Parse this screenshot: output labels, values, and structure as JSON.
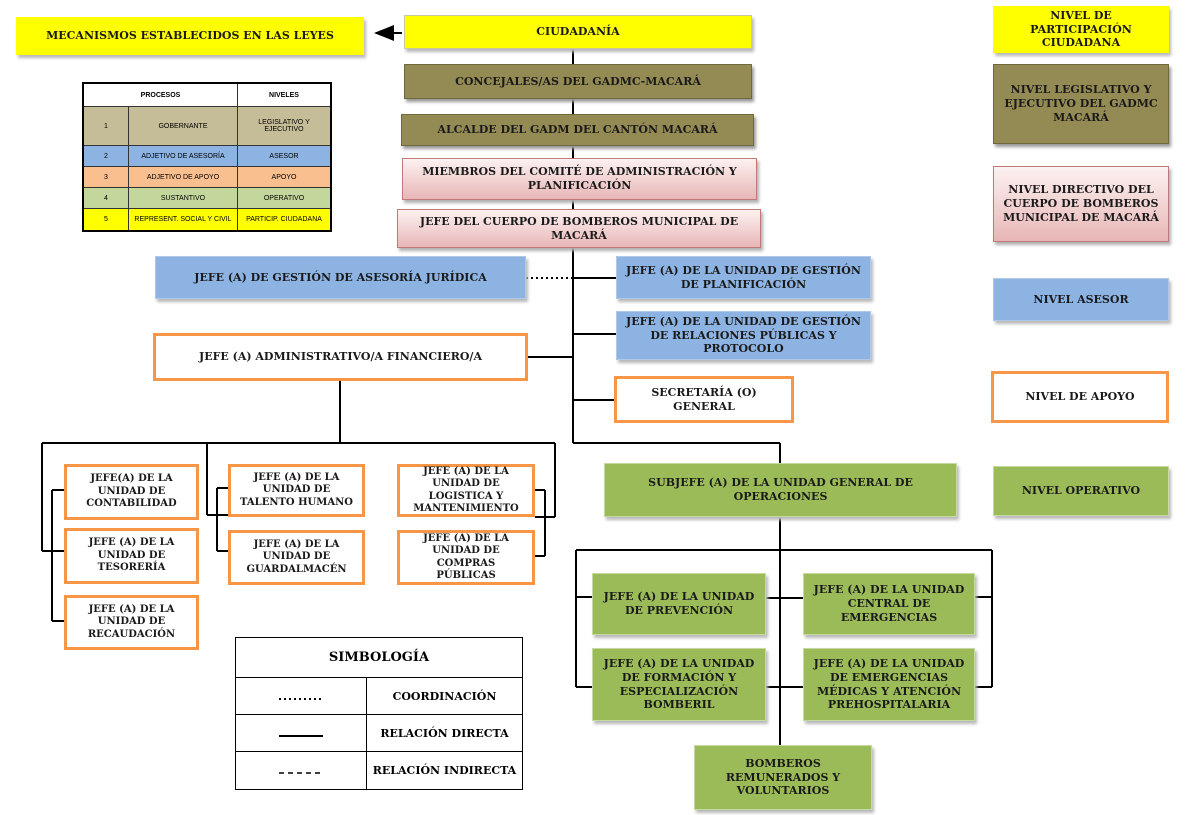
{
  "top": {
    "ciudadania": "CIUDADANÍA",
    "mecanismos": "MECANISMOS ESTABLECIDOS EN LAS LEYES"
  },
  "main": {
    "concejales": "CONCEJALES/AS  DEL GADMC-MACARÁ",
    "alcalde": "ALCALDE  DEL GADM DEL CANTÓN MACARÁ",
    "comite": "MIEMBROS DEL COMITÉ DE ADMINISTRACIÓN Y PLANIFICACIÓN",
    "jefe_bomberos": "JEFE  DEL CUERPO DE BOMBEROS MUNICIPAL DE MACARÁ",
    "asesoria_juridica": "JEFE (A) DE GESTIÓN DE ASESORÍA JURÍDICA",
    "planificacion": "JEFE (A) DE LA UNIDAD DE GESTIÓN DE PLANIFICACIÓN",
    "relaciones_publicas": "JEFE (A) DE LA UNIDAD DE GESTIÓN DE RELACIONES PÚBLICAS Y PROTOCOLO",
    "administrativo": "JEFE (A)  ADMINISTRATIVO/A FINANCIERO/A",
    "secretaria": "SECRETARÍA (O) GENERAL",
    "subjefe": "SUBJEFE (A)  DE LA UNIDAD GENERAL DE  OPERACIONES"
  },
  "apoyo_units": {
    "contabilidad": "JEFE(A) DE LA UNIDAD DE CONTABILIDAD",
    "tesoreria": "JEFE (A) DE LA UNIDAD DE TESORERÍA",
    "recaudacion": "JEFE (A)  DE LA UNIDAD DE RECAUDACIÓN",
    "talento_humano": "JEFE (A) DE LA UNIDAD DE TALENTO HUMANO",
    "guardalmacen": "JEFE (A) DE LA UNIDAD DE GUARDALMACÉN",
    "logistica": "JEFE (A) DE LA UNIDAD DE LOGISTICA Y MANTENIMIENTO",
    "compras": "JEFE (A) DE LA UNIDAD DE COMPRAS PÚBLICAS"
  },
  "operativo_units": {
    "prevencion": "JEFE (A) DE LA UNIDAD DE PREVENCIÓN",
    "central_emergencias": "JEFE (A) DE LA UNIDAD CENTRAL DE EMERGENCIAS",
    "formacion": "JEFE (A) DE LA UNIDAD DE FORMACIÓN Y ESPECIALIZACIÓN BOMBERIL",
    "emergencias_medicas": "JEFE (A) DE LA UNIDAD DE EMERGENCIAS MÉDICAS Y ATENCIÓN PREHOSPITALARIA",
    "bomberos": "BOMBEROS REMUNERADOS Y VOLUNTARIOS"
  },
  "legend_levels": {
    "participacion": "NIVEL DE PARTICIPACIÓN CIUDADANA",
    "legislativo": "NIVEL  LEGISLATIVO Y EJECUTIVO DEL GADMC  MACARÁ",
    "directivo": "NIVEL DIRECTIVO DEL CUERPO DE BOMBEROS MUNICIPAL DE MACARÁ",
    "asesor": "NIVEL ASESOR",
    "apoyo": "NIVEL DE APOYO",
    "operativo": "NIVEL OPERATIVO"
  },
  "process_table": {
    "headers": [
      "PROCESOS",
      "NIVELES"
    ],
    "rows": [
      {
        "num": "1",
        "proceso": "GOBERNANTE",
        "nivel": "LEGISLATIVO Y  EJECUTIVO",
        "color": "#c4bd97"
      },
      {
        "num": "2",
        "proceso": "ADJETIVO  DE ASESORÍA",
        "nivel": "ASESOR",
        "color": "#8db3e2"
      },
      {
        "num": "3",
        "proceso": "ADJETIVO  DE APOYO",
        "nivel": "APOYO",
        "color": "#fabf8f"
      },
      {
        "num": "4",
        "proceso": "SUSTANTIVO",
        "nivel": "OPERATIVO",
        "color": "#c3d69b"
      },
      {
        "num": "5",
        "proceso": "REPRESENT. SOCIAL Y CIVIL",
        "nivel": "PARTICIP. CIUDADANA",
        "color": "#ffff00"
      }
    ]
  },
  "simbologia": {
    "title": "SIMBOLOGÍA",
    "rows": [
      {
        "symbol": "dotted",
        "label": "COORDINACIÓN"
      },
      {
        "symbol": "solid",
        "label": "RELACIÓN DIRECTA"
      },
      {
        "symbol": "dashed",
        "label": "RELACIÓN INDIRECTA"
      }
    ]
  },
  "colors": {
    "yellow": "#ffff00",
    "olive": "#948a54",
    "pink": "#e8b6b6",
    "blue": "#8db3e2",
    "orange_border": "#f79646",
    "green": "#9bbb59"
  }
}
